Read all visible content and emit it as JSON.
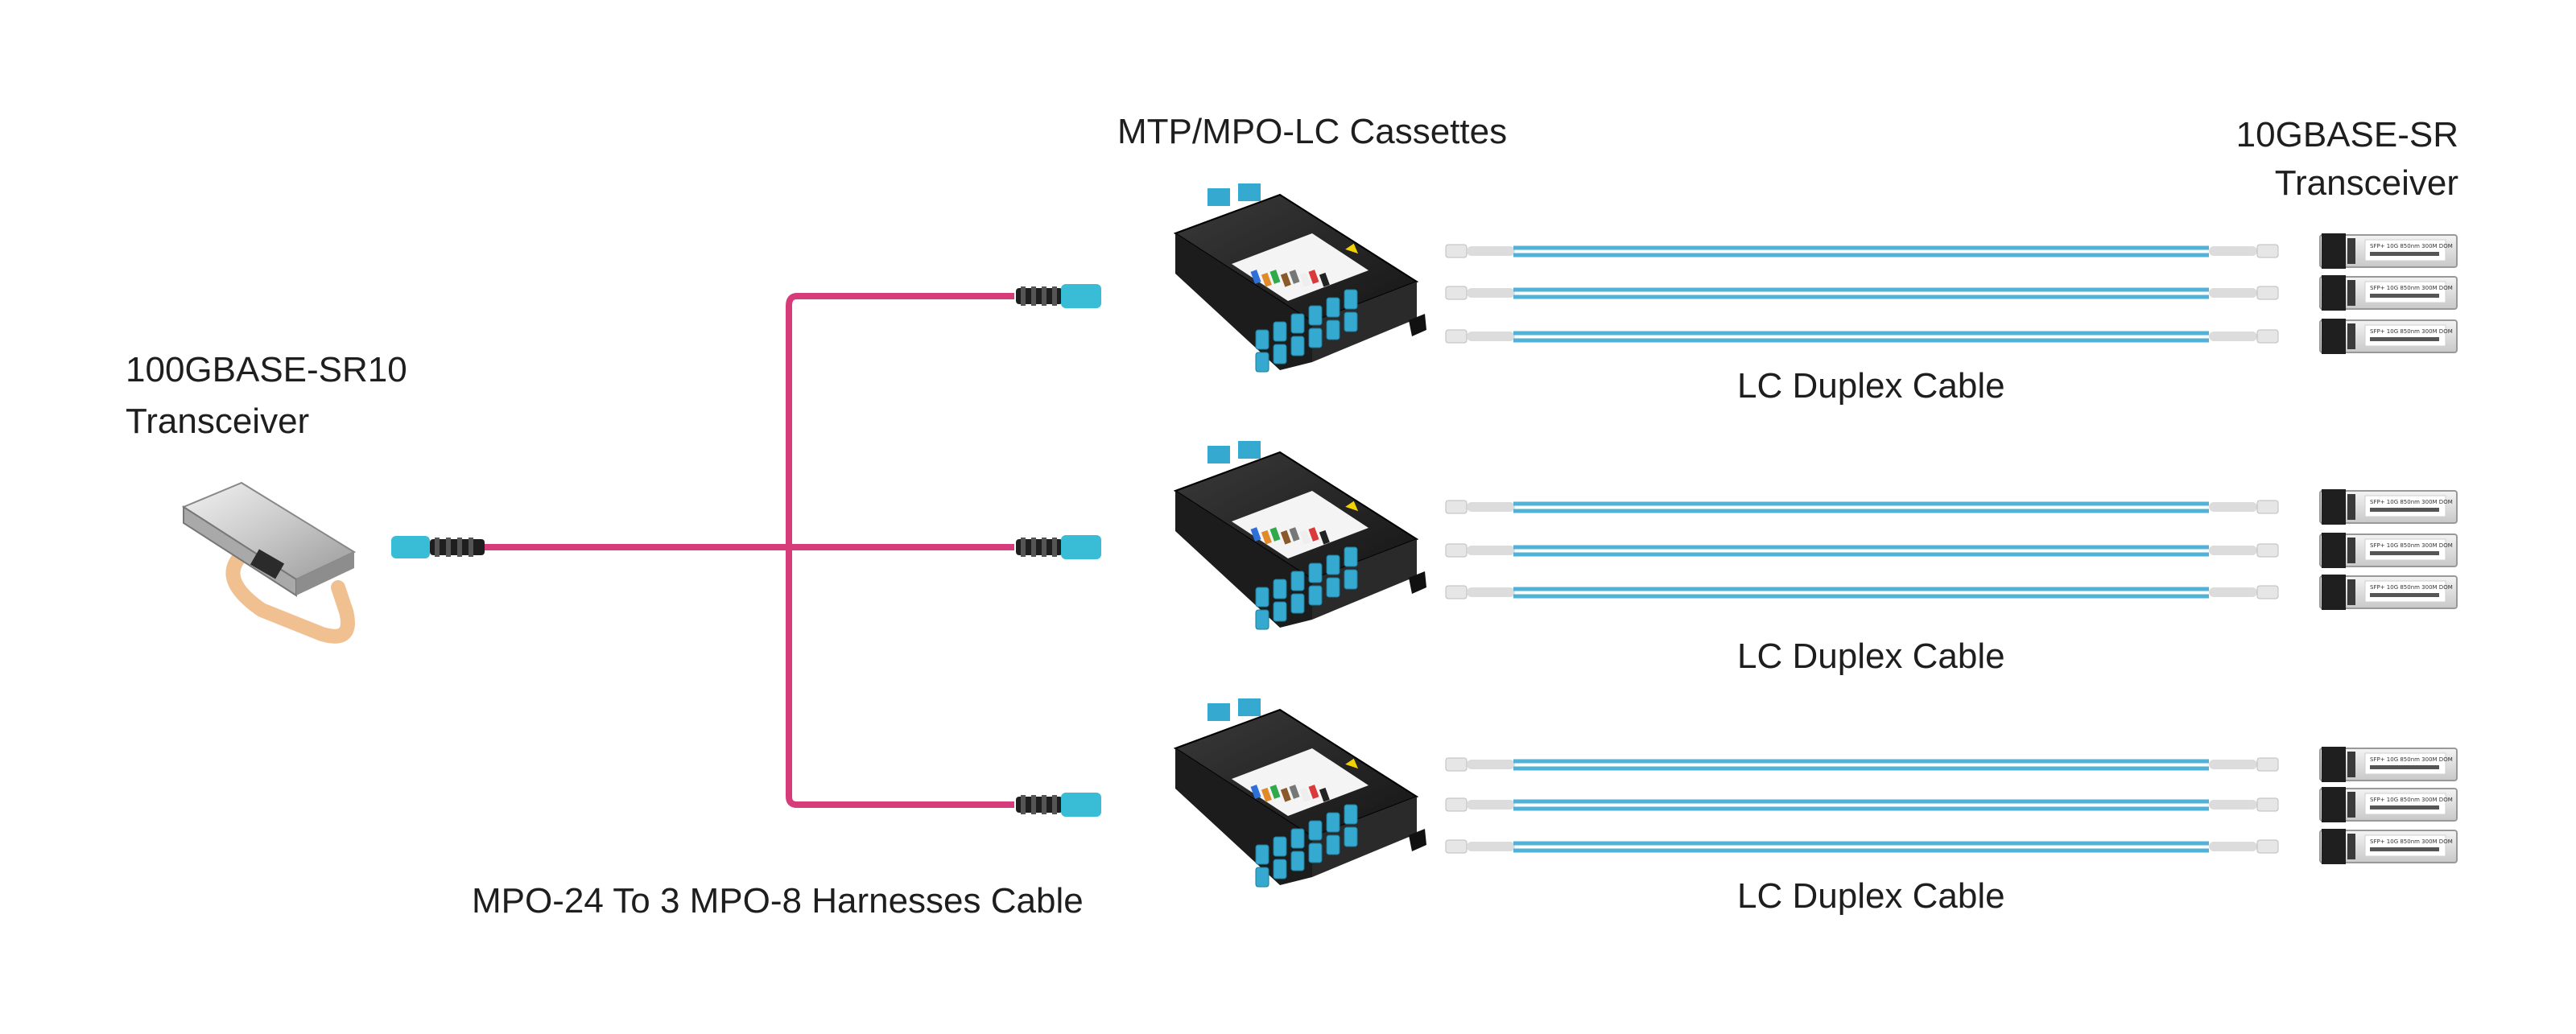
{
  "labels": {
    "qsfp_line1": "100GBASE-SR10",
    "qsfp_line2": "Transceiver",
    "cassettes": "MTP/MPO-LC Cassettes",
    "sfp_line1": "10GBASE-SR",
    "sfp_line2": "Transceiver",
    "harness": "MPO-24 To 3 MPO-8 Harnesses Cable",
    "lc_duplex": [
      "LC Duplex Cable",
      "LC Duplex Cable",
      "LC Duplex Cable"
    ]
  },
  "components": {
    "trunk_count": 3,
    "lc_cables_per_branch": 3,
    "sfp_per_branch": 3,
    "sfp_label_text": "SFP+ 10G 850nm 300M DOM"
  },
  "colors": {
    "harness_cable": "#d63c7a",
    "mpo_boot": "#1e1e1e",
    "mpo_connector": "#39bcd6",
    "lc_fiber": "#4fb2d6",
    "lc_boot": "#dcdcdc",
    "cassette_body": "#1c1c1c",
    "cassette_adapter": "#35a9cf",
    "sfp_body": "#d9d9d9",
    "qsfp_pull_tab": "#f0c090"
  }
}
